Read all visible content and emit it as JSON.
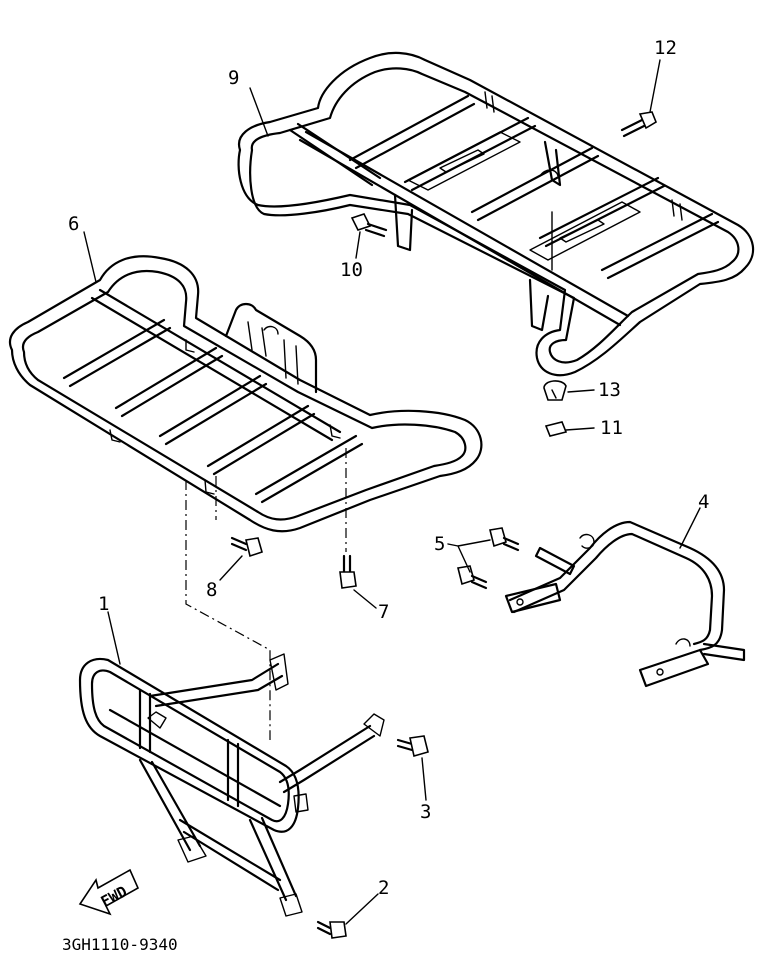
{
  "callouts": [
    {
      "id": "1",
      "label": "1"
    },
    {
      "id": "2",
      "label": "2"
    },
    {
      "id": "3",
      "label": "3"
    },
    {
      "id": "4",
      "label": "4"
    },
    {
      "id": "5",
      "label": "5"
    },
    {
      "id": "6",
      "label": "6"
    },
    {
      "id": "7",
      "label": "7"
    },
    {
      "id": "8",
      "label": "8"
    },
    {
      "id": "9",
      "label": "9"
    },
    {
      "id": "10",
      "label": "10"
    },
    {
      "id": "11",
      "label": "11"
    },
    {
      "id": "12",
      "label": "12"
    },
    {
      "id": "13",
      "label": "13"
    }
  ],
  "direction_arrow": {
    "label": "FWD"
  },
  "diagram_code": "3GH1110-9340"
}
